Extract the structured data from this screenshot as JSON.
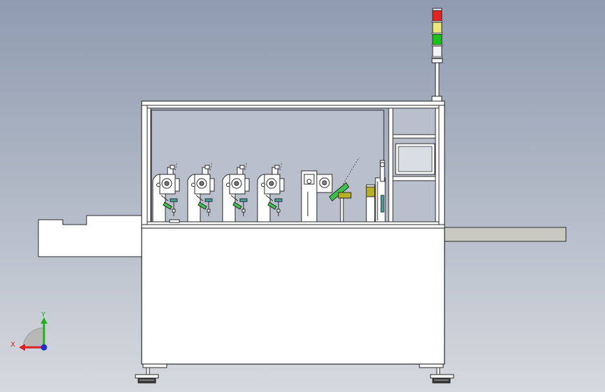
{
  "viewport": {
    "background_top": "#8f9bb0",
    "background_bottom": "#d6d9df"
  },
  "machine": {
    "frame_color": "#ffffff",
    "outline_color": "#2a2a2a",
    "glass_color": "#b9c0cc",
    "conveyor_color": "#c9c9c1",
    "station_count": 4,
    "accent_green": "#39c24a",
    "accent_teal": "#3fa7a0",
    "accent_yellow": "#b8b020"
  },
  "signal_tower": {
    "lights": [
      {
        "name": "red",
        "color": "#e32222"
      },
      {
        "name": "yellow",
        "color": "#ece77a"
      },
      {
        "name": "green",
        "color": "#19c419"
      },
      {
        "name": "white",
        "color": "#f4f4f4"
      }
    ]
  },
  "triad": {
    "x_label": "X",
    "y_label": "Y",
    "x_color": "#e02020",
    "y_color": "#20b020",
    "z_color": "#2030d0"
  }
}
